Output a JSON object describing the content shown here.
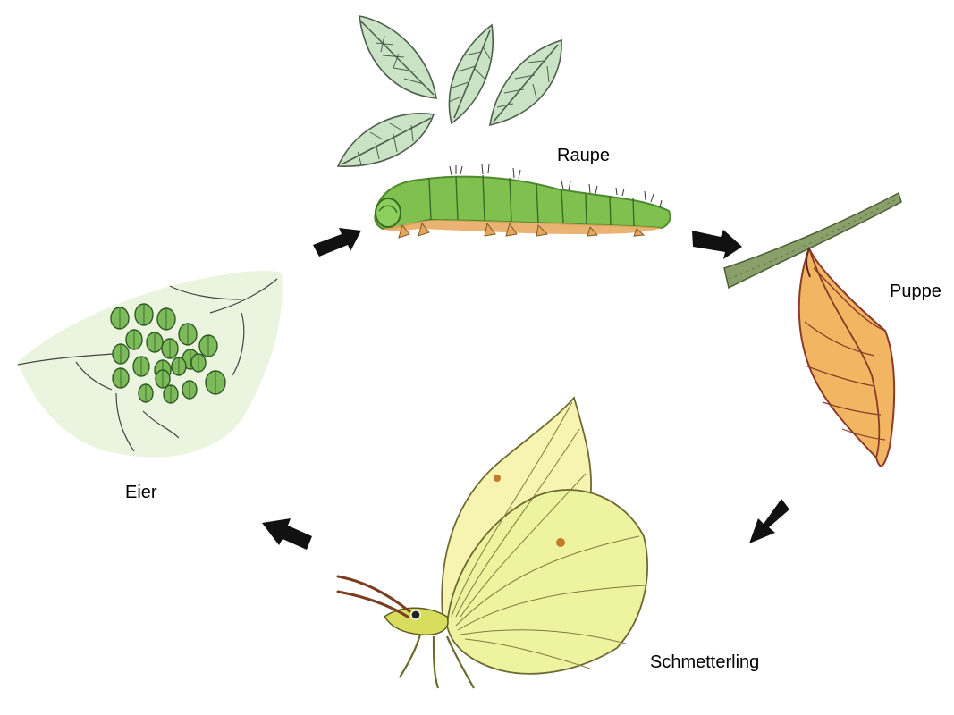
{
  "diagram": {
    "stages": [
      {
        "id": "raupe",
        "label": "Raupe"
      },
      {
        "id": "puppe",
        "label": "Puppe"
      },
      {
        "id": "schmetterling",
        "label": "Schmetterling"
      },
      {
        "id": "eier",
        "label": "Eier"
      }
    ],
    "colors": {
      "caterpillar": "#7fc04f",
      "caterpillar_dark": "#4f8a2e",
      "leaf": "#c9e3c4",
      "leaf_line": "#4e5e4e",
      "twig": "#8aa06a",
      "pupa": "#f2b561",
      "pupa_edge": "#8a3b2a",
      "butterfly": "#f3f1a4",
      "butterfly_edge": "#6f6a32",
      "egg": "#7dbb5a",
      "egg_leaf": "#e8f3dc",
      "arrow": "#111111"
    }
  }
}
